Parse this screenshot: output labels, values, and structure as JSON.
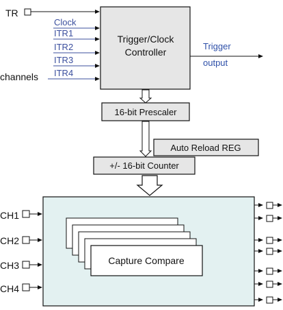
{
  "inputs": {
    "tr": "TR",
    "clock": "Clock",
    "itr1": "ITR1",
    "itr2": "ITR2",
    "itr3": "ITR3",
    "itr4": "ITR4",
    "channels": "channels"
  },
  "blocks": {
    "controller_line1": "Trigger/Clock",
    "controller_line2": "Controller",
    "prescaler": "16-bit Prescaler",
    "auto_reload": "Auto Reload REG",
    "counter": "+/- 16-bit Counter",
    "capture_compare": "Capture Compare"
  },
  "outputs": {
    "trigger_line1": "Trigger",
    "trigger_line2": "output"
  },
  "channels": [
    "CH1",
    "CH2",
    "CH3",
    "CH4"
  ],
  "colors": {
    "block_fill": "#e6e6e6",
    "capture_fill": "#e3f1f1",
    "itr_text": "#3b4f9e",
    "trigger_text": "#2d4fa8",
    "line": "#111111"
  }
}
